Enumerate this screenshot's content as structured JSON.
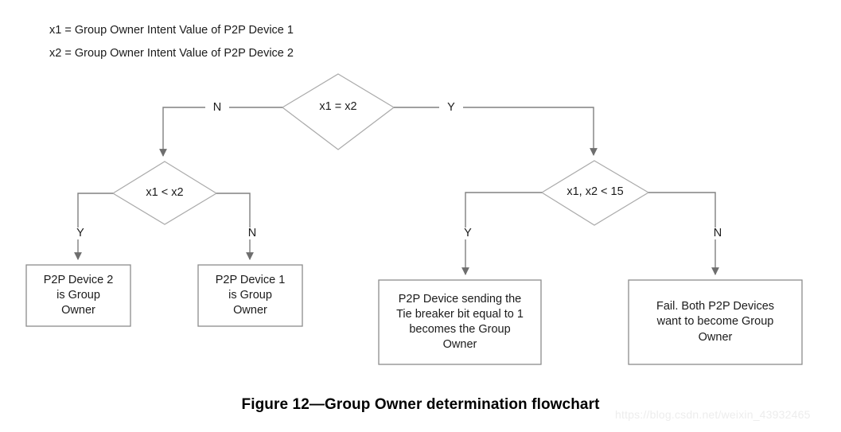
{
  "figure": {
    "caption": "Figure 12—Group Owner determination flowchart",
    "watermark": "https://blog.csdn.net/weixin_43932465"
  },
  "legend": {
    "line1": "x1 = Group Owner Intent Value of P2P Device 1",
    "line2": "x2 = Group Owner Intent Value of P2P Device 2"
  },
  "colors": {
    "connector": "#808080",
    "diamond_border": "#aaaaaa",
    "box_border": "#8c8c8c",
    "text": "#1b1b1b",
    "background": "#ffffff",
    "watermark": "#ededed"
  },
  "chart_data": {
    "type": "diagram",
    "title": "Figure 12—Group Owner determination flowchart",
    "nodes": [
      {
        "id": "d1",
        "shape": "diamond",
        "label": "x1 = x2"
      },
      {
        "id": "d2",
        "shape": "diamond",
        "label": "x1 < x2"
      },
      {
        "id": "d3",
        "shape": "diamond",
        "label": "x1, x2 < 15"
      },
      {
        "id": "b1",
        "shape": "rectangle",
        "label": "P2P Device 2 is Group Owner",
        "lines": [
          "P2P Device 2",
          "is Group",
          "Owner"
        ]
      },
      {
        "id": "b2",
        "shape": "rectangle",
        "label": "P2P Device 1 is Group Owner",
        "lines": [
          "P2P Device 1",
          "is Group",
          "Owner"
        ]
      },
      {
        "id": "b3",
        "shape": "rectangle",
        "label": "P2P Device sending the Tie breaker bit equal to 1 becomes the Group Owner",
        "lines": [
          "P2P Device sending the",
          "Tie breaker bit equal to 1",
          "becomes the Group",
          "Owner"
        ]
      },
      {
        "id": "b4",
        "shape": "rectangle",
        "label": "Fail. Both P2P Devices want to become Group Owner",
        "lines": [
          "Fail. Both P2P Devices",
          "want to become Group",
          "Owner"
        ]
      }
    ],
    "edges": [
      {
        "from": "d1",
        "to": "d2",
        "label": "N"
      },
      {
        "from": "d1",
        "to": "d3",
        "label": "Y"
      },
      {
        "from": "d2",
        "to": "b1",
        "label": "Y"
      },
      {
        "from": "d2",
        "to": "b2",
        "label": "N"
      },
      {
        "from": "d3",
        "to": "b3",
        "label": "Y"
      },
      {
        "from": "d3",
        "to": "b4",
        "label": "N"
      }
    ]
  },
  "nodes": {
    "d1": {
      "label": "x1 = x2"
    },
    "d2": {
      "label": "x1 < x2"
    },
    "d3": {
      "label": "x1, x2 < 15"
    },
    "b1": {
      "l1": "P2P Device 2",
      "l2": "is Group",
      "l3": "Owner"
    },
    "b2": {
      "l1": "P2P Device 1",
      "l2": "is Group",
      "l3": "Owner"
    },
    "b3": {
      "l1": "P2P Device sending the",
      "l2": "Tie breaker bit equal to 1",
      "l3": "becomes the Group",
      "l4": "Owner"
    },
    "b4": {
      "l1": "Fail. Both P2P Devices",
      "l2": "want to become Group",
      "l3": "Owner"
    }
  },
  "edge_labels": {
    "d1_no": "N",
    "d1_yes": "Y",
    "d2_yes": "Y",
    "d2_no": "N",
    "d3_yes": "Y",
    "d3_no": "N"
  }
}
